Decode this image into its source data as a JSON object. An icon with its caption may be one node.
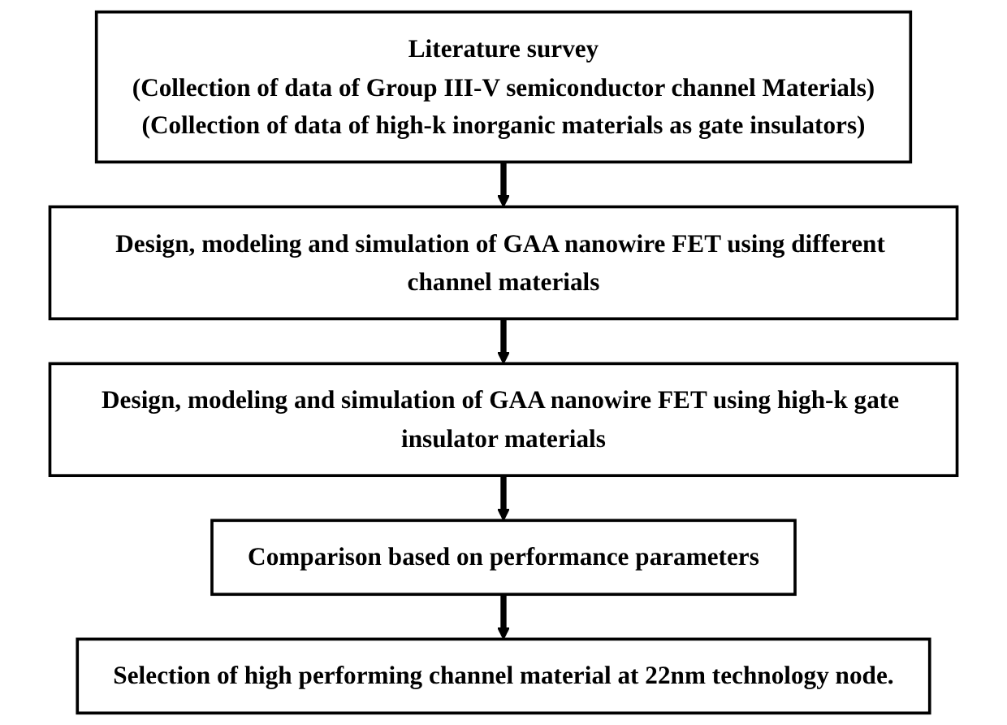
{
  "diagram": {
    "nodes": [
      {
        "text": [
          "Literature survey",
          "(Collection of data of Group III-V semiconductor channel Materials)",
          "(Collection of data of high-k inorganic materials as gate insulators)"
        ]
      },
      {
        "text": [
          "Design, modeling and simulation of GAA nanowire FET using different channel materials"
        ]
      },
      {
        "text": [
          "Design, modeling and simulation of GAA nanowire FET using high-k gate insulator materials"
        ]
      },
      {
        "text": [
          "Comparison based on performance parameters"
        ]
      },
      {
        "text": [
          "Selection of high performing channel material at 22nm technology node."
        ]
      }
    ],
    "edges": [
      {
        "from": 0,
        "to": 1,
        "arrow": "to"
      },
      {
        "from": 1,
        "to": 2,
        "arrow": "to"
      },
      {
        "from": 2,
        "to": 3,
        "arrow": "to"
      },
      {
        "from": 3,
        "to": 4,
        "arrow": "to"
      }
    ]
  }
}
